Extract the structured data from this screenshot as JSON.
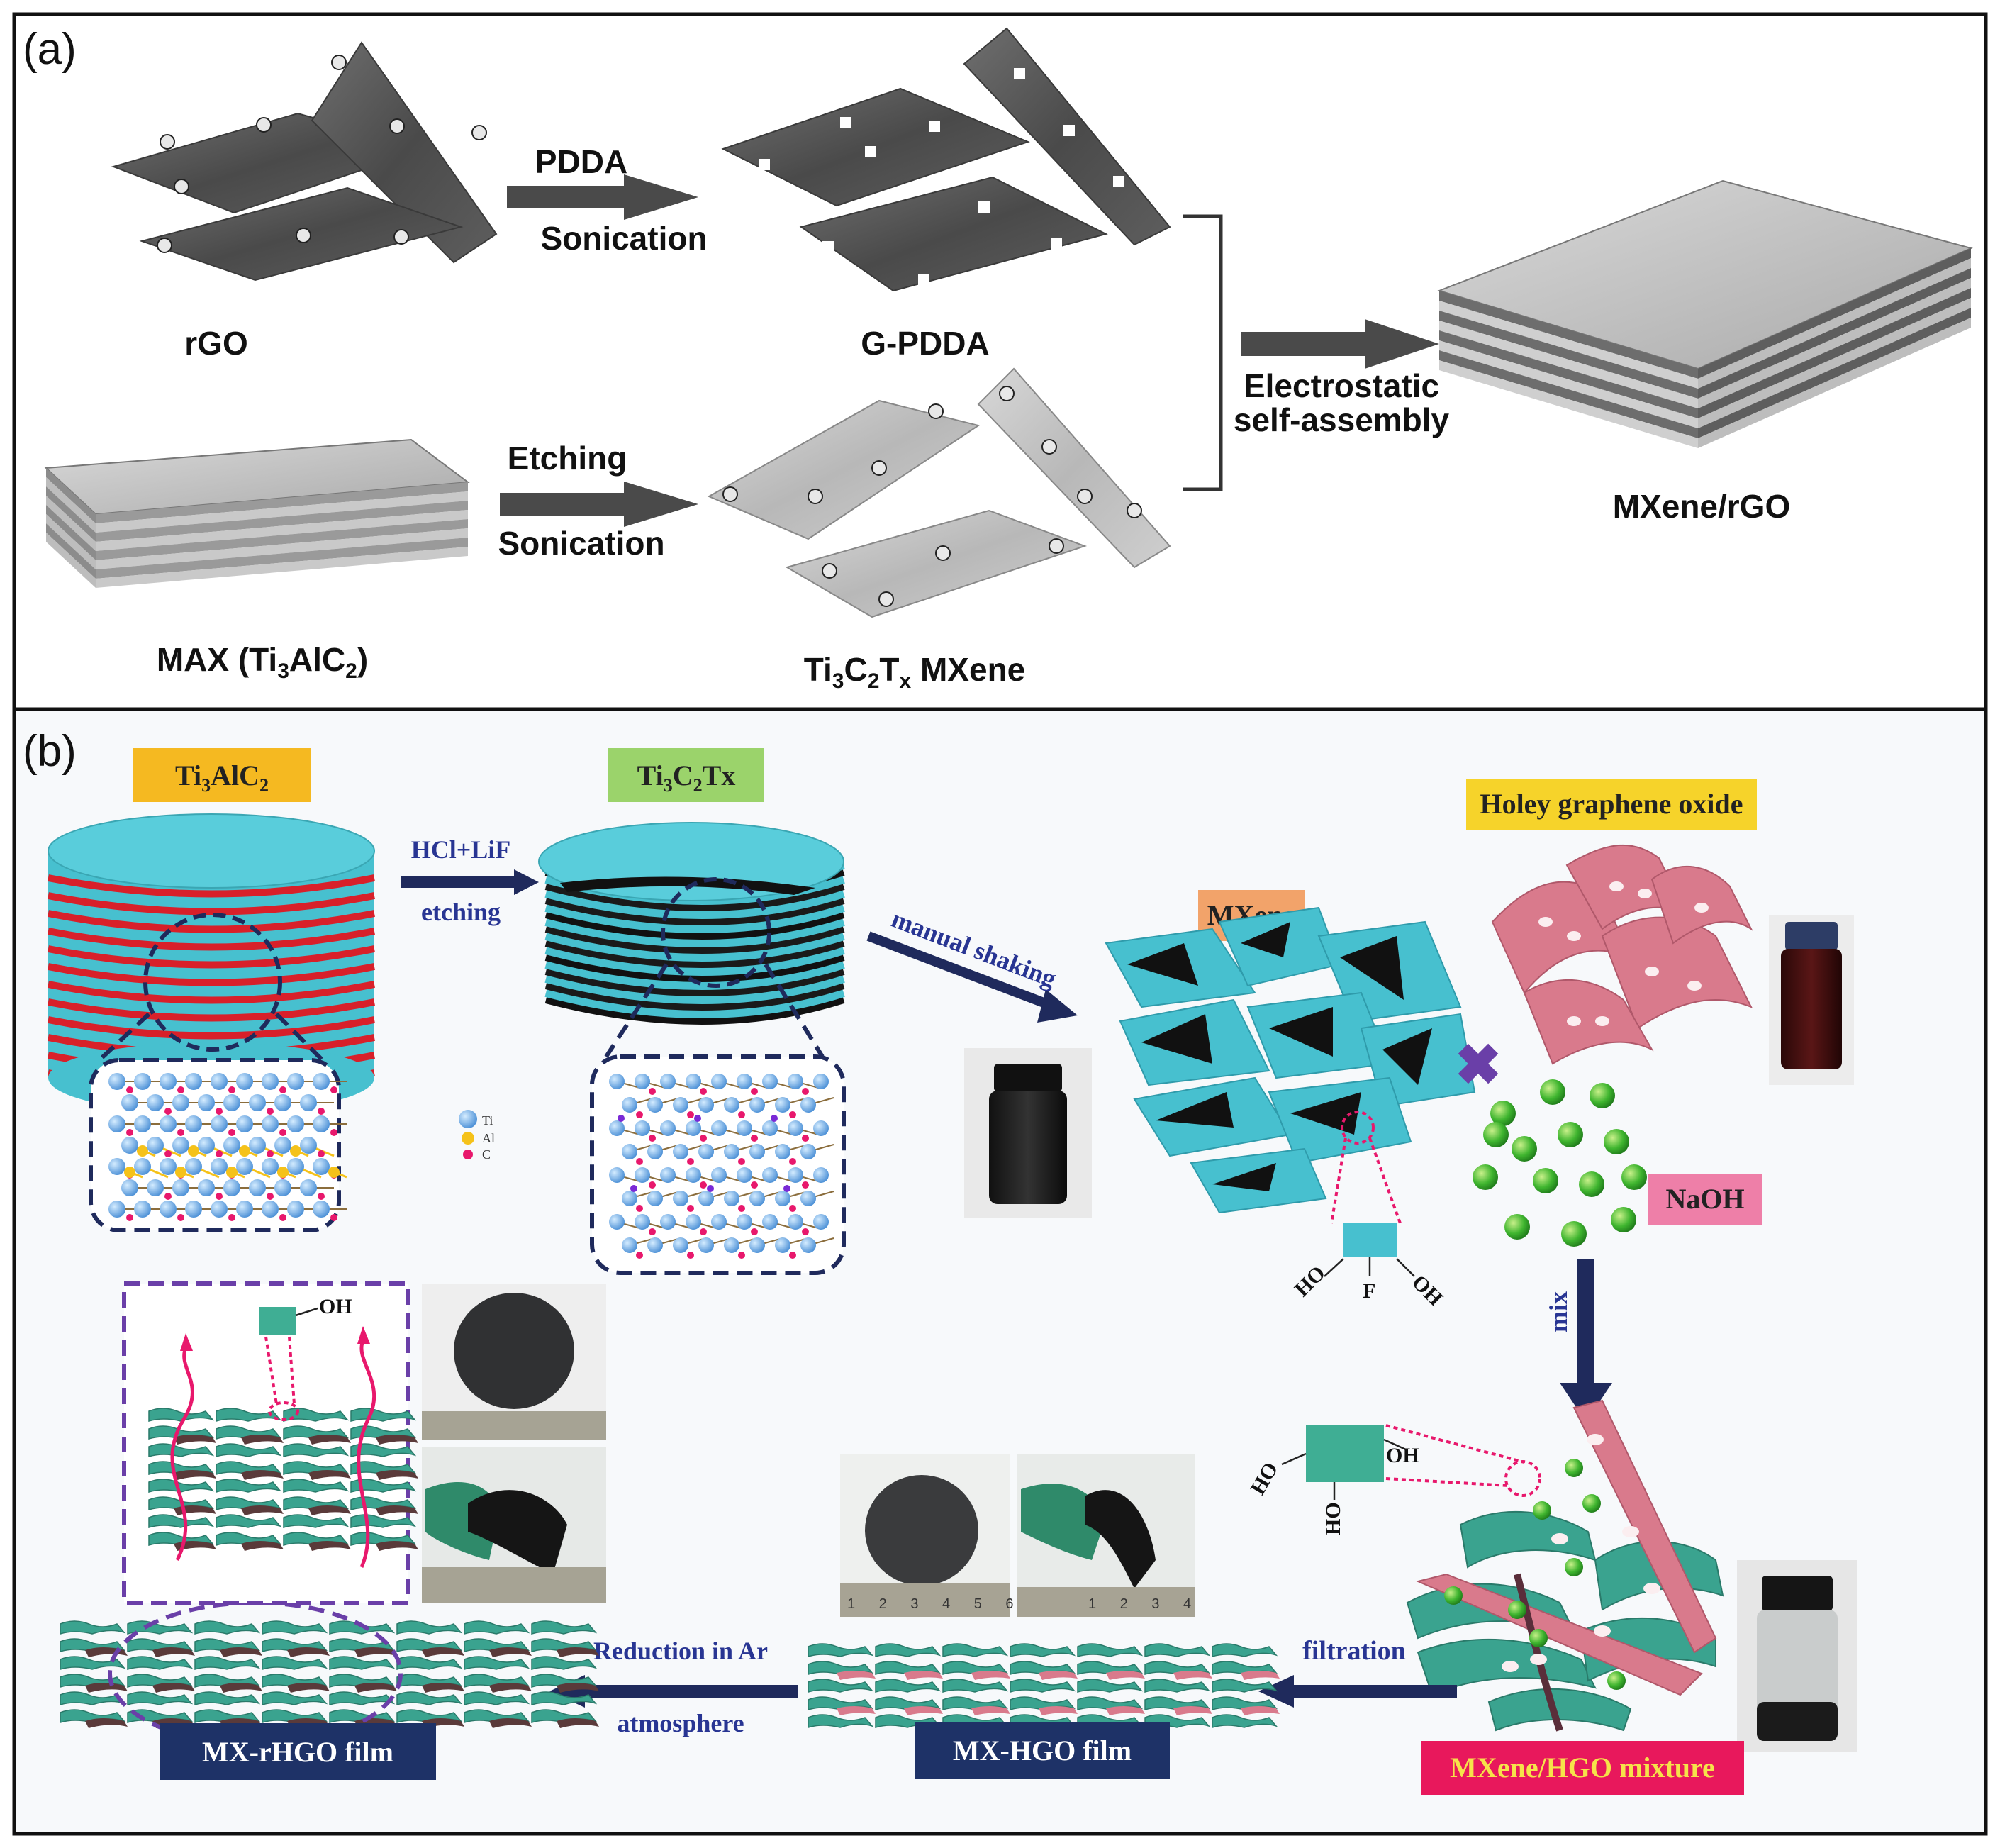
{
  "panel_a": {
    "label": "(a)",
    "rgo": "rGO",
    "pdda": "PDDA",
    "sonication_1": "Sonication",
    "gpdda": "G-PDDA",
    "max": "MAX (Ti",
    "max_sub1": "3",
    "max_mid": "AlC",
    "max_sub2": "2",
    "max_end": ")",
    "etching": "Etching",
    "sonication_2": "Sonication",
    "mxene_ti": "Ti",
    "mxene_s1": "3",
    "mxene_c": "C",
    "mxene_s2": "2",
    "mxene_t": "T",
    "mxene_s3": "x",
    "mxene_end": " MXene",
    "electrostatic": "Electrostatic",
    "self_assembly": "self-assembly",
    "product": "MXene/rGO"
  },
  "panel_b": {
    "label": "(b)",
    "ti3alc2_ti": "Ti",
    "ti3alc2_s1": "3",
    "ti3alc2_mid": "AlC",
    "ti3alc2_s2": "2",
    "ti3c2tx_ti": "Ti",
    "ti3c2tx_s1": "3",
    "ti3c2tx_c": "C",
    "ti3c2tx_s2": "2",
    "ti3c2tx_end": "Tx",
    "hcl_lif": "HCl+LiF",
    "etching": "etching",
    "manual_shaking": "manual shaking",
    "mxene": "MXene",
    "holey_go": "Holey graphene oxide",
    "naoh": "NaOH",
    "mix": "mix",
    "legend_ti": "Ti",
    "legend_al": "Al",
    "legend_c": "C",
    "ho_1": "HO",
    "f_1": "F",
    "oh_1": "OH",
    "oh_2": "OH",
    "ho_2": "HO",
    "oh_3": "OH",
    "ho_3": "HO",
    "filtration": "filtration",
    "reduction_1": "Reduction in Ar",
    "reduction_2": "atmosphere",
    "mxhgo_film": "MX-HGO film",
    "mxrhgo_film": "MX-rHGO film",
    "mixture": "MXene/HGO mixture",
    "ruler_1": "1 2 3 4 5 6",
    "ruler_2": "1 2 3 4"
  },
  "colors": {
    "cyan": "#47c0cf",
    "teal": "#3aa38f",
    "pink": "#d97a8c",
    "navy": "#1f2a5c",
    "arrow_gray": "#4a4a4a",
    "label_orange": "#f5b921",
    "label_green": "#9bd36b",
    "label_salmon": "#f2a36a",
    "label_yellow": "#f6d32a",
    "label_pink": "#ee7fa8",
    "label_red": "#e8185c",
    "label_navy": "#1e3267"
  }
}
